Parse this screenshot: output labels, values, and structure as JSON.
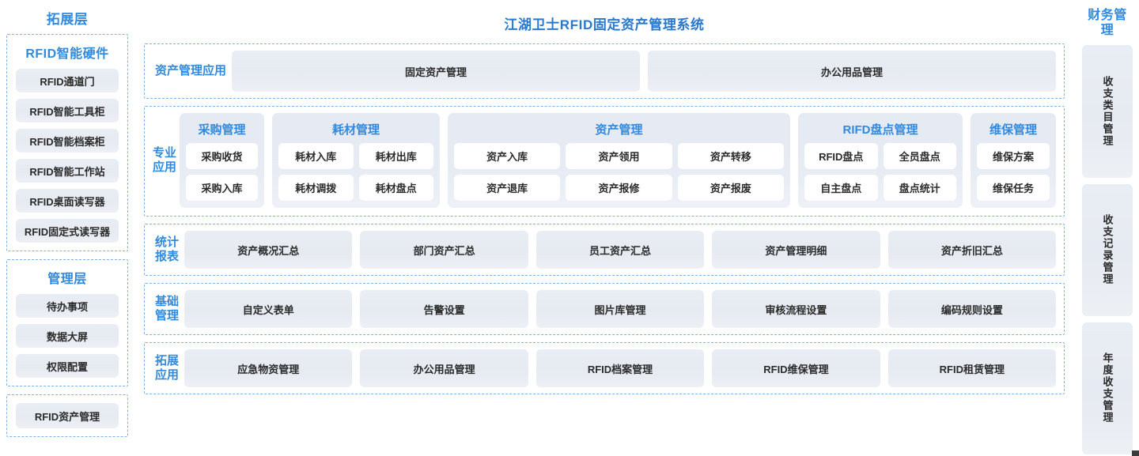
{
  "main_title": "江湖卫士RFID固定资产管理系统",
  "colors": {
    "accent_blue": "#2f8ae0",
    "title_blue": "#2878d0",
    "dashed_border": "#7db3e8",
    "chip_bg": "#e8ecf3",
    "group_bg": "#e6eaf3"
  },
  "left": {
    "title": "拓展层",
    "groups": [
      {
        "heading": "RFID智能硬件",
        "items": [
          "RFID通道门",
          "RFID智能工具柜",
          "RFID智能档案柜",
          "RFID智能工作站",
          "RFID桌面读写器",
          "RFID固定式读写器"
        ]
      },
      {
        "heading": "管理层",
        "items": [
          "待办事项",
          "数据大屏",
          "权限配置"
        ]
      },
      {
        "heading": "",
        "items": [
          "RFID资产管理"
        ]
      }
    ]
  },
  "rows": {
    "apps": {
      "label": "资产管理应用",
      "items": [
        "固定资产管理",
        "办公用品管理"
      ]
    },
    "professional": {
      "label": "专业应用",
      "groups": [
        {
          "title": "采购管理",
          "lines": [
            [
              "采购收货"
            ],
            [
              "采购入库"
            ]
          ]
        },
        {
          "title": "耗材管理",
          "lines": [
            [
              "耗材入库",
              "耗材出库"
            ],
            [
              "耗材调拨",
              "耗材盘点"
            ]
          ]
        },
        {
          "title": "资产管理",
          "lines": [
            [
              "资产入库",
              "资产领用",
              "资产转移"
            ],
            [
              "资产退库",
              "资产报修",
              "资产报废"
            ]
          ]
        },
        {
          "title": "RIFD盘点管理",
          "lines": [
            [
              "RFID盘点",
              "全员盘点"
            ],
            [
              "自主盘点",
              "盘点统计"
            ]
          ]
        },
        {
          "title": "维保管理",
          "lines": [
            [
              "维保方案"
            ],
            [
              "维保任务"
            ]
          ]
        }
      ]
    },
    "statistics": {
      "label": "统计报表",
      "items": [
        "资产概况汇总",
        "部门资产汇总",
        "员工资产汇总",
        "资产管理明细",
        "资产折旧汇总"
      ]
    },
    "basic": {
      "label": "基础管理",
      "items": [
        "自定义表单",
        "告警设置",
        "图片库管理",
        "审核流程设置",
        "编码规则设置"
      ]
    },
    "extension": {
      "label": "拓展应用",
      "items": [
        "应急物资管理",
        "办公用品管理",
        "RFID档案管理",
        "RFID维保管理",
        "RFID租赁管理"
      ]
    }
  },
  "right": {
    "title": "财务管理",
    "items": [
      "收支类目管理",
      "收支记录管理",
      "年度收支管理"
    ]
  }
}
